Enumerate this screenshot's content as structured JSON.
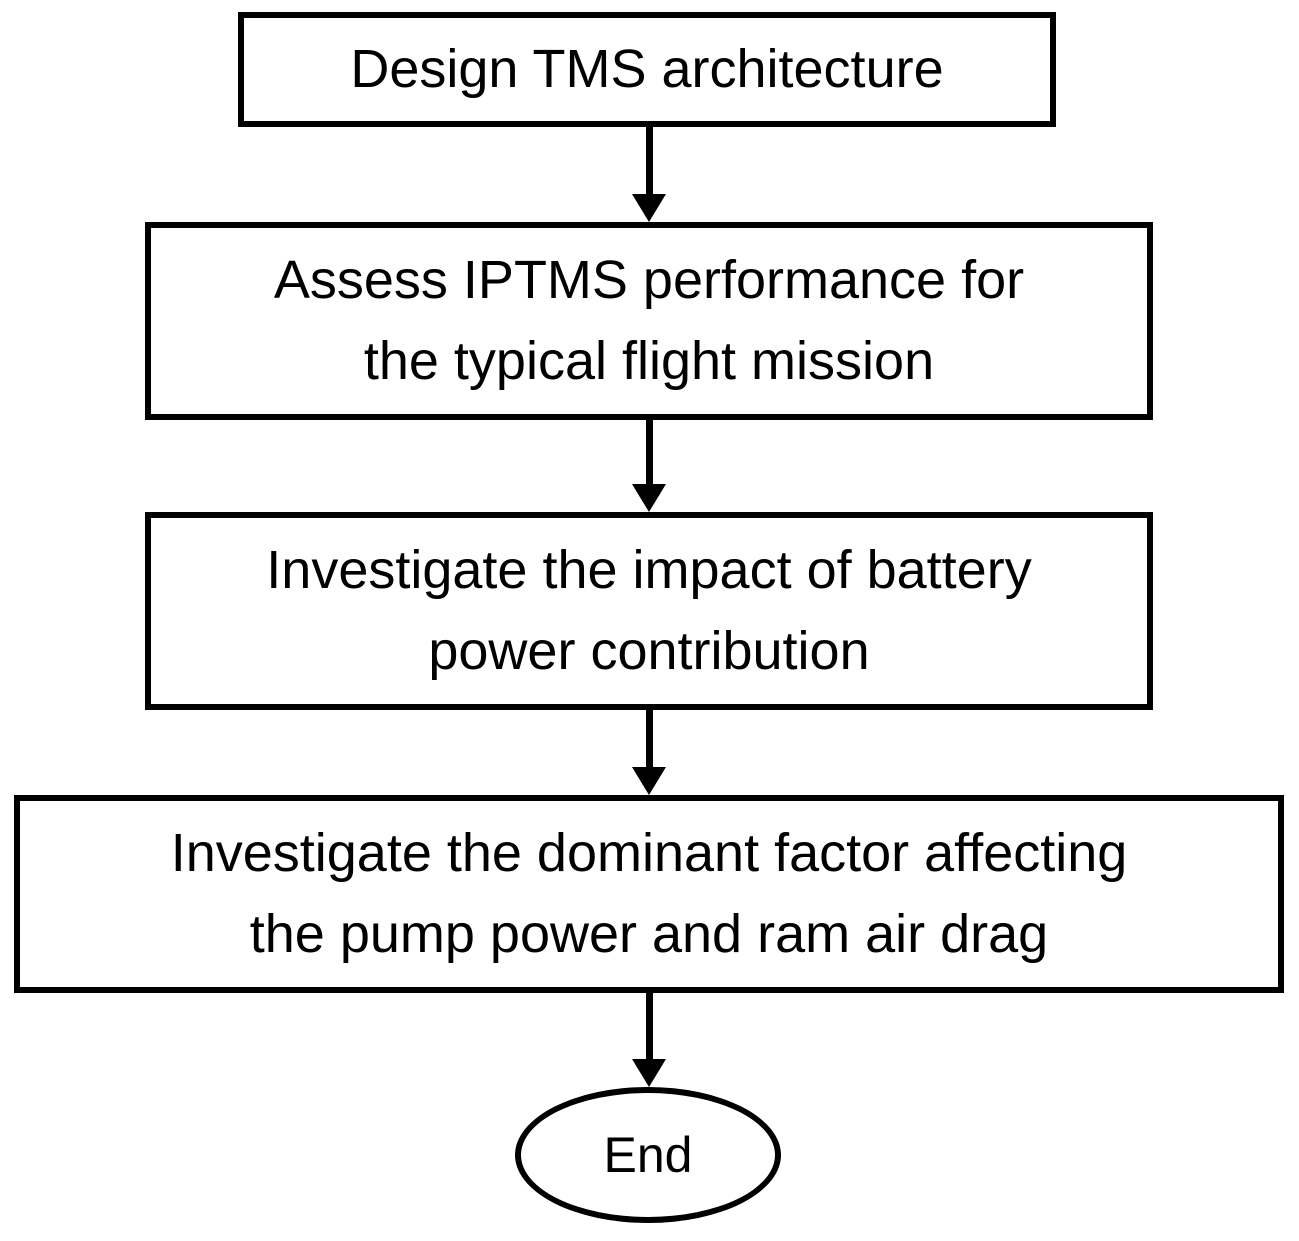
{
  "diagram": {
    "title": "TMS study workflow flowchart",
    "background_color": "#ffffff",
    "stroke_color": "#000000",
    "text_color": "#000000",
    "nodes": [
      {
        "id": "design",
        "type": "process",
        "label": "Design TMS architecture"
      },
      {
        "id": "assess",
        "type": "process",
        "label": "Assess IPTMS performance for\nthe typical flight mission"
      },
      {
        "id": "battery-impact",
        "type": "process",
        "label": "Investigate the impact of battery\npower contribution"
      },
      {
        "id": "dominant-factor",
        "type": "process",
        "label": "Investigate the dominant factor affecting\nthe pump power and ram air drag"
      },
      {
        "id": "end",
        "type": "terminator",
        "label": "End"
      }
    ],
    "edges": [
      {
        "from": "design",
        "to": "assess",
        "style": "arrow-down"
      },
      {
        "from": "assess",
        "to": "battery-impact",
        "style": "arrow-down"
      },
      {
        "from": "battery-impact",
        "to": "dominant-factor",
        "style": "arrow-down"
      },
      {
        "from": "dominant-factor",
        "to": "end",
        "style": "arrow-down"
      }
    ]
  }
}
